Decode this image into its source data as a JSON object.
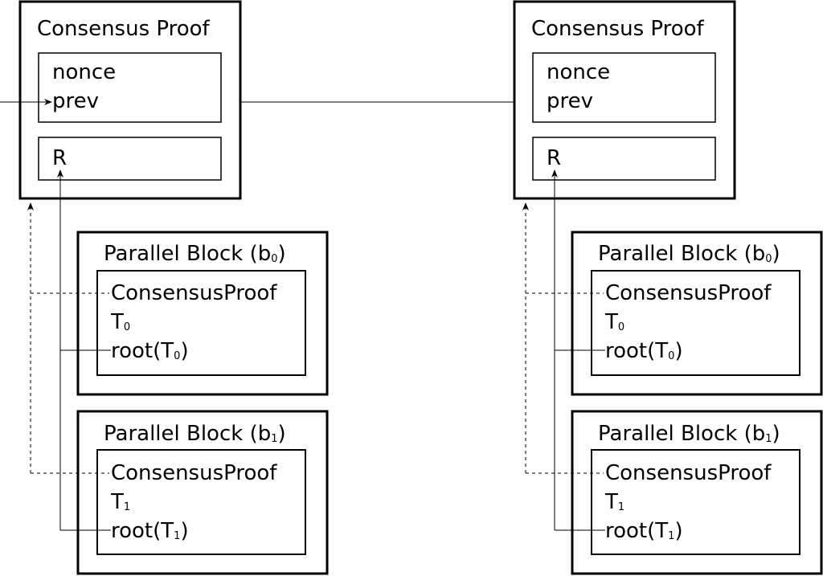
{
  "columns": [
    {
      "consensus_proof": {
        "title": "Consensus Proof",
        "nonce": "nonce",
        "prev": "prev",
        "r": "R"
      },
      "parallel_blocks": [
        {
          "title": "Parallel Block (b",
          "title_sub": "0",
          "title_close": ")",
          "consensus_proof": "ConsensusProof",
          "t_label": "T",
          "t_sub": "0",
          "root_open": "root(T",
          "root_sub": "0",
          "root_close": ")"
        },
        {
          "title": "Parallel Block (b",
          "title_sub": "1",
          "title_close": ")",
          "consensus_proof": "ConsensusProof",
          "t_label": "T",
          "t_sub": "1",
          "root_open": "root(T",
          "root_sub": "1",
          "root_close": ")"
        }
      ]
    },
    {
      "consensus_proof": {
        "title": "Consensus Proof",
        "nonce": "nonce",
        "prev": "prev",
        "r": "R"
      },
      "parallel_blocks": [
        {
          "title": "Parallel Block (b",
          "title_sub": "0",
          "title_close": ")",
          "consensus_proof": "ConsensusProof",
          "t_label": "T",
          "t_sub": "0",
          "root_open": "root(T",
          "root_sub": "0",
          "root_close": ")"
        },
        {
          "title": "Parallel Block (b",
          "title_sub": "1",
          "title_close": ")",
          "consensus_proof": "ConsensusProof",
          "t_label": "T",
          "t_sub": "1",
          "root_open": "root(T",
          "root_sub": "1",
          "root_close": ")"
        }
      ]
    }
  ]
}
